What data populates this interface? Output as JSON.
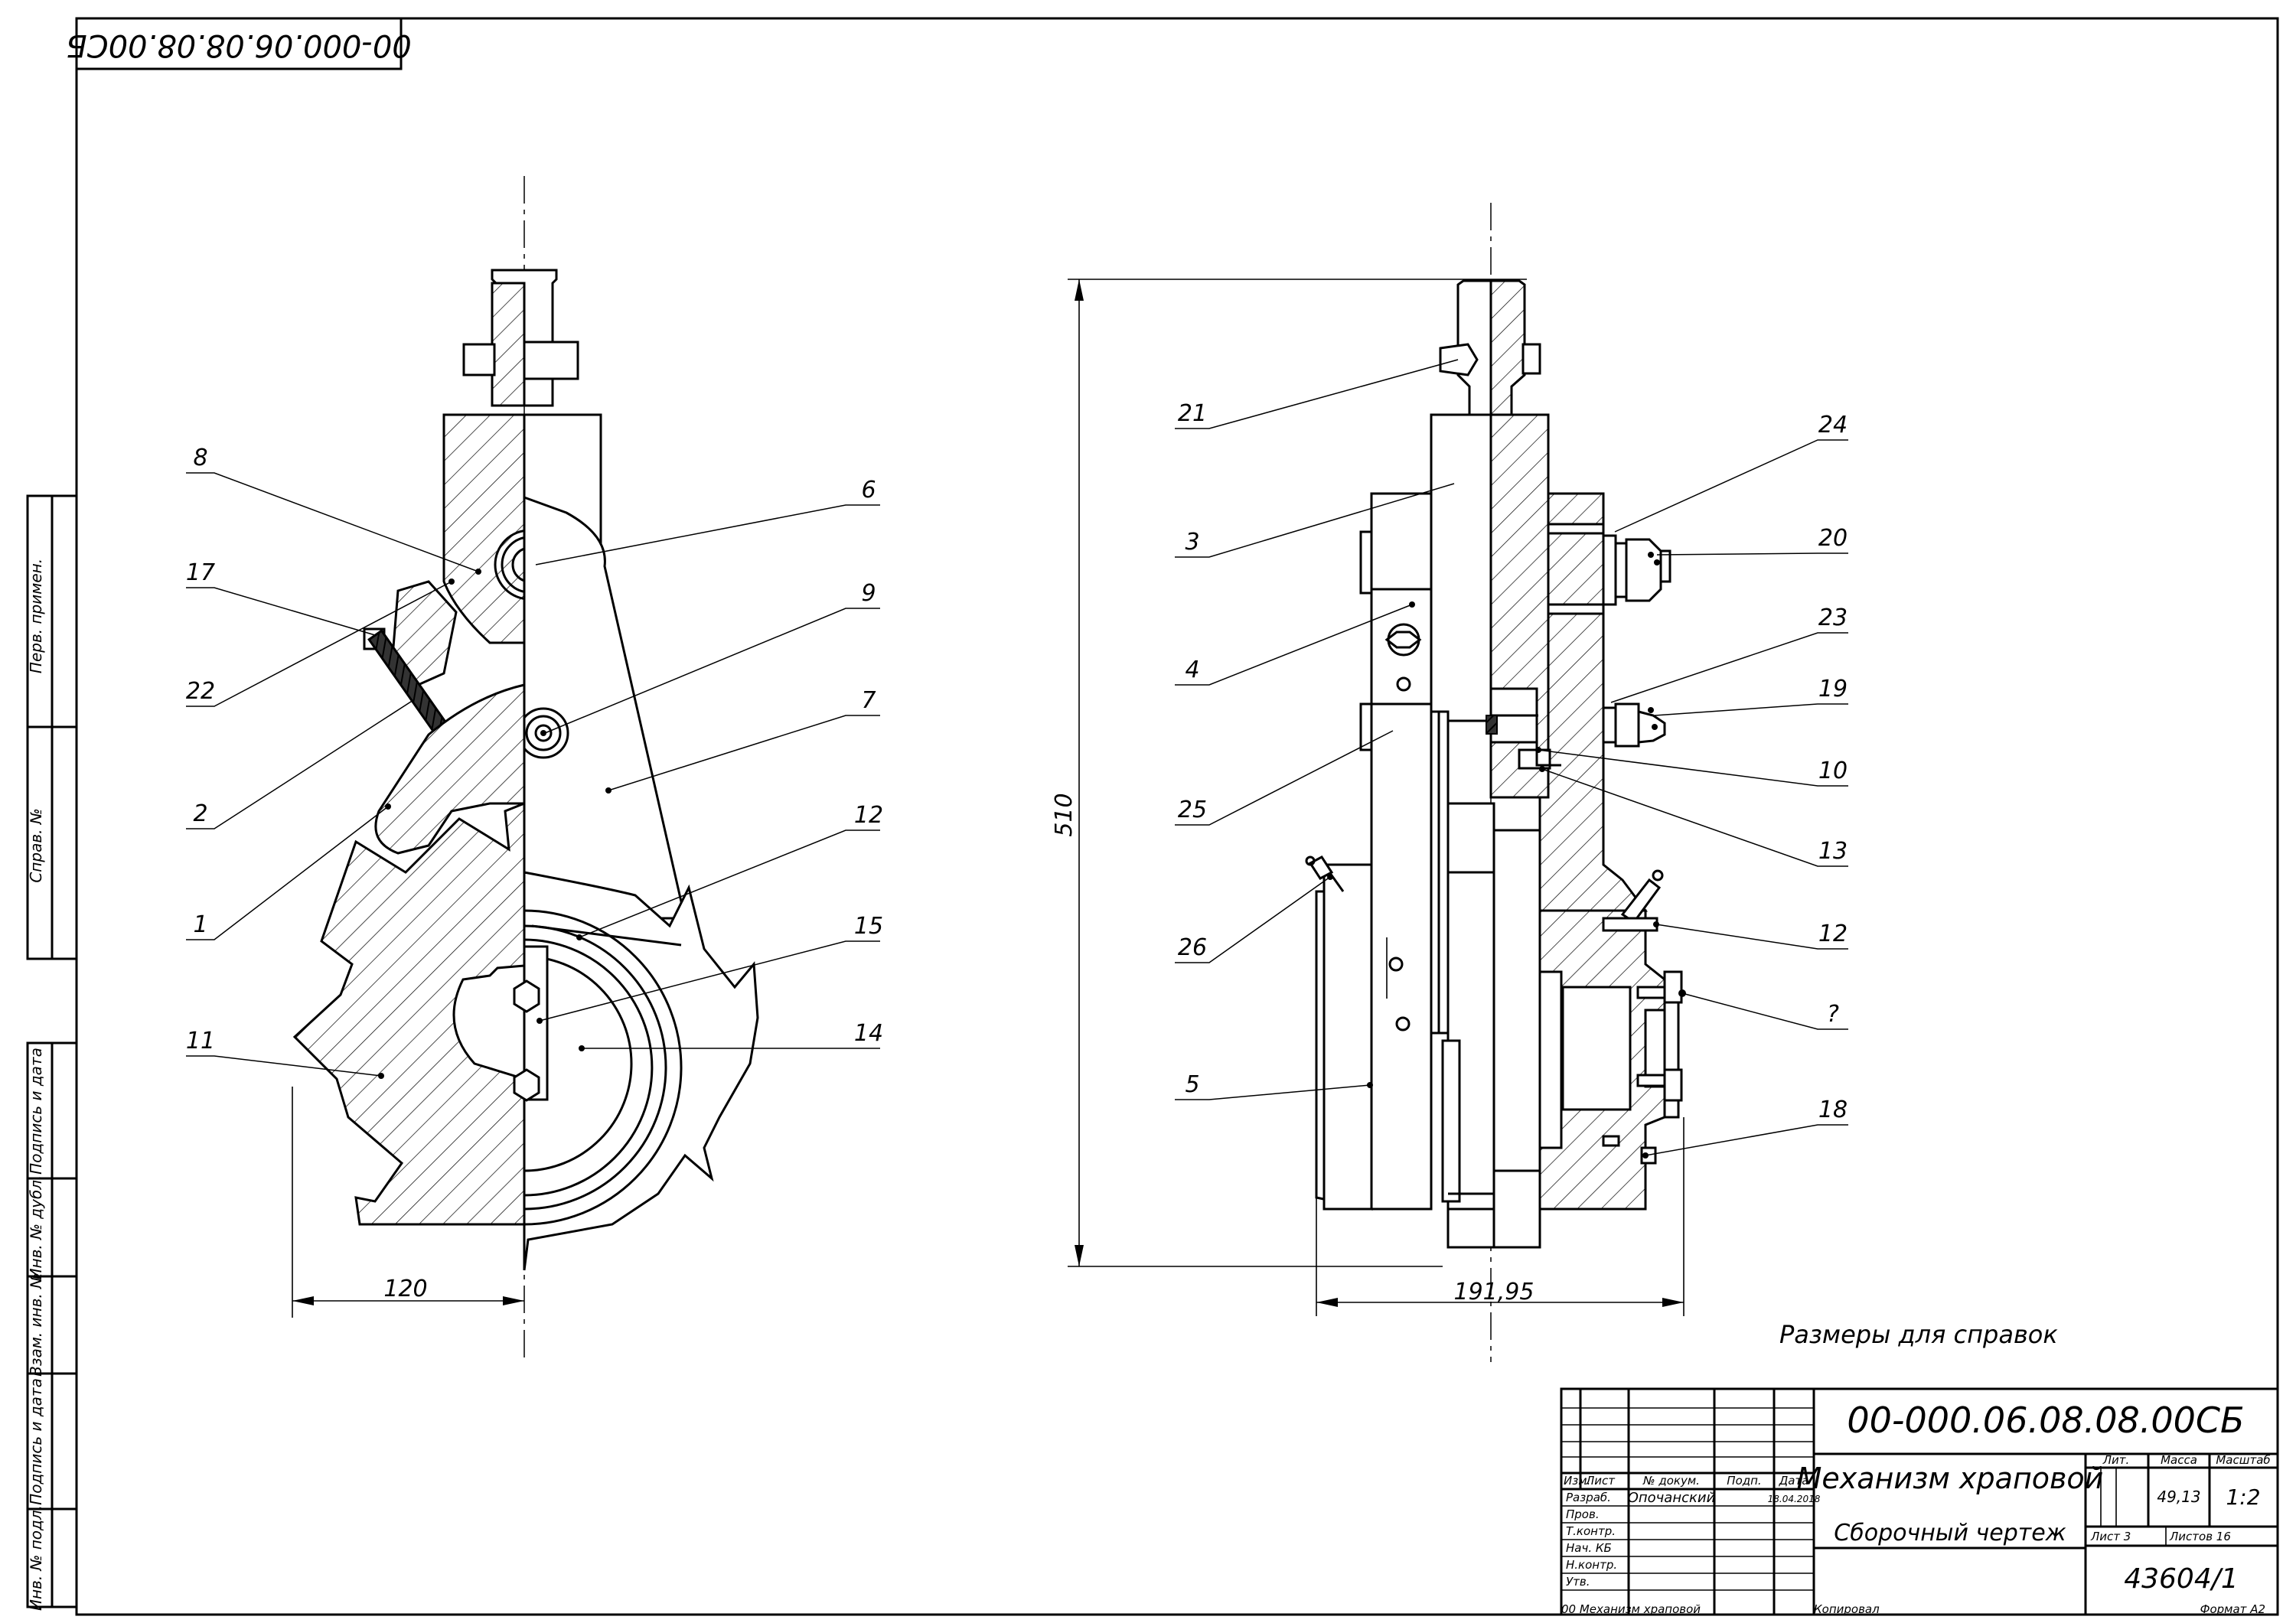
{
  "stamp_top": "00-000.06.08.08.00СБ",
  "note": "Размеры для справок",
  "footer": {
    "left": "00 Механизм храповой",
    "copy": "Копировал",
    "format": "Формат А2"
  },
  "side_stamps": [
    "Перв. примен.",
    "Справ. №",
    "Подпись и дата",
    "Инв. № дубл.",
    "Взам. инв. №",
    "Подпись и дата",
    "Инв. № подл."
  ],
  "dimensions": {
    "width_left": "120",
    "height_right": "510",
    "width_right": "191,95"
  },
  "left_view_labels": [
    "8",
    "17",
    "22",
    "2",
    "1",
    "11",
    "6",
    "9",
    "7",
    "12",
    "15",
    "14"
  ],
  "right_view_labels": [
    "21",
    "3",
    "4",
    "25",
    "26",
    "5",
    "24",
    "20",
    "23",
    "19",
    "10",
    "13",
    "12",
    "?",
    "18"
  ],
  "title_block": {
    "designation": "00-000.06.08.08.00СБ",
    "name": "Механизм храповой",
    "doc_type": "Сборочный чертеж",
    "headers": [
      "Изм.",
      "Лист",
      "№ докум.",
      "Подп.",
      "Дата"
    ],
    "roles": [
      "Разраб.",
      "Пров.",
      "Т.контр.",
      "Нач. КБ",
      "Н.контр.",
      "Утв."
    ],
    "developer": "Опочанский",
    "date": "18.04.2018",
    "lit_label": "Лит.",
    "mass_label": "Масса",
    "scale_label": "Масштаб",
    "mass": "49,13",
    "scale": "1:2",
    "sheet": "Лист 3",
    "sheets": "Листов 16",
    "org": "43604/1"
  }
}
